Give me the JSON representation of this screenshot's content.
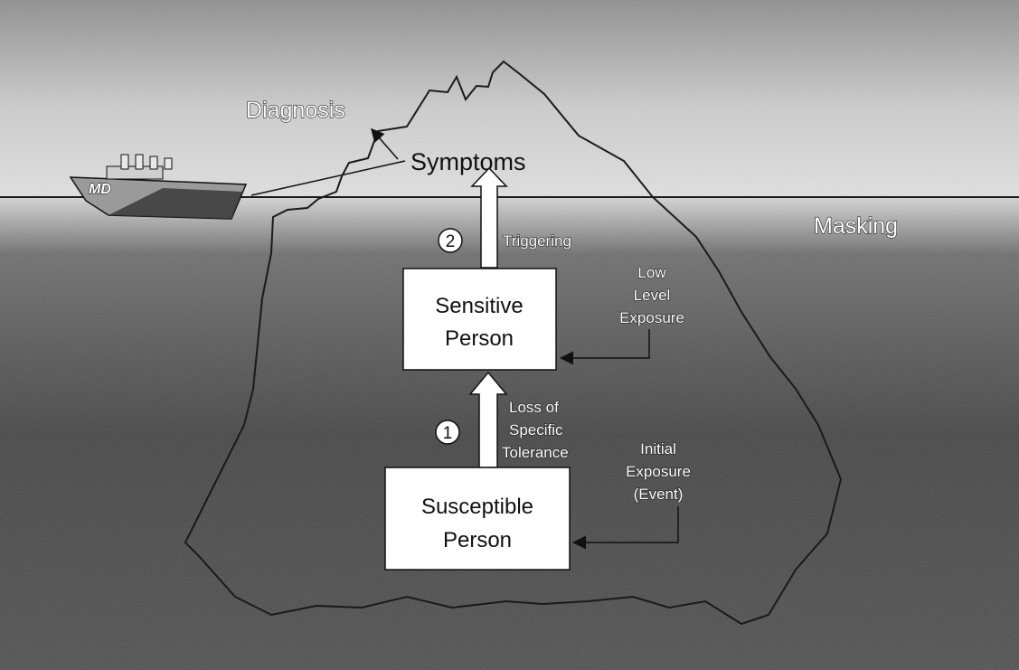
{
  "labels": {
    "diagnosis": "Diagnosis",
    "symptoms": "Symptoms",
    "masking": "Masking",
    "triggering": "Triggering",
    "step_two": "2",
    "step_one": "1",
    "sensitive_line1": "Sensitive",
    "sensitive_line2": "Person",
    "susceptible_line1": "Susceptible",
    "susceptible_line2": "Person",
    "low_level_line1": "Low",
    "low_level_line2": "Level",
    "low_level_line3": "Exposure",
    "loss_line1": "Loss of",
    "loss_line2": "Specific",
    "loss_line3": "Tolerance",
    "initial_line1": "Initial",
    "initial_line2": "Exposure",
    "initial_line3": "(Event)",
    "ship_name": "MD"
  },
  "colors": {
    "sky": "#cfcfcf",
    "sea": "#3a3a3a",
    "iceberg_above": "#f2f2f2",
    "iceberg_below": "#5a5a5a",
    "box_fill": "#ffffff",
    "outline": "#1a1a1a"
  }
}
